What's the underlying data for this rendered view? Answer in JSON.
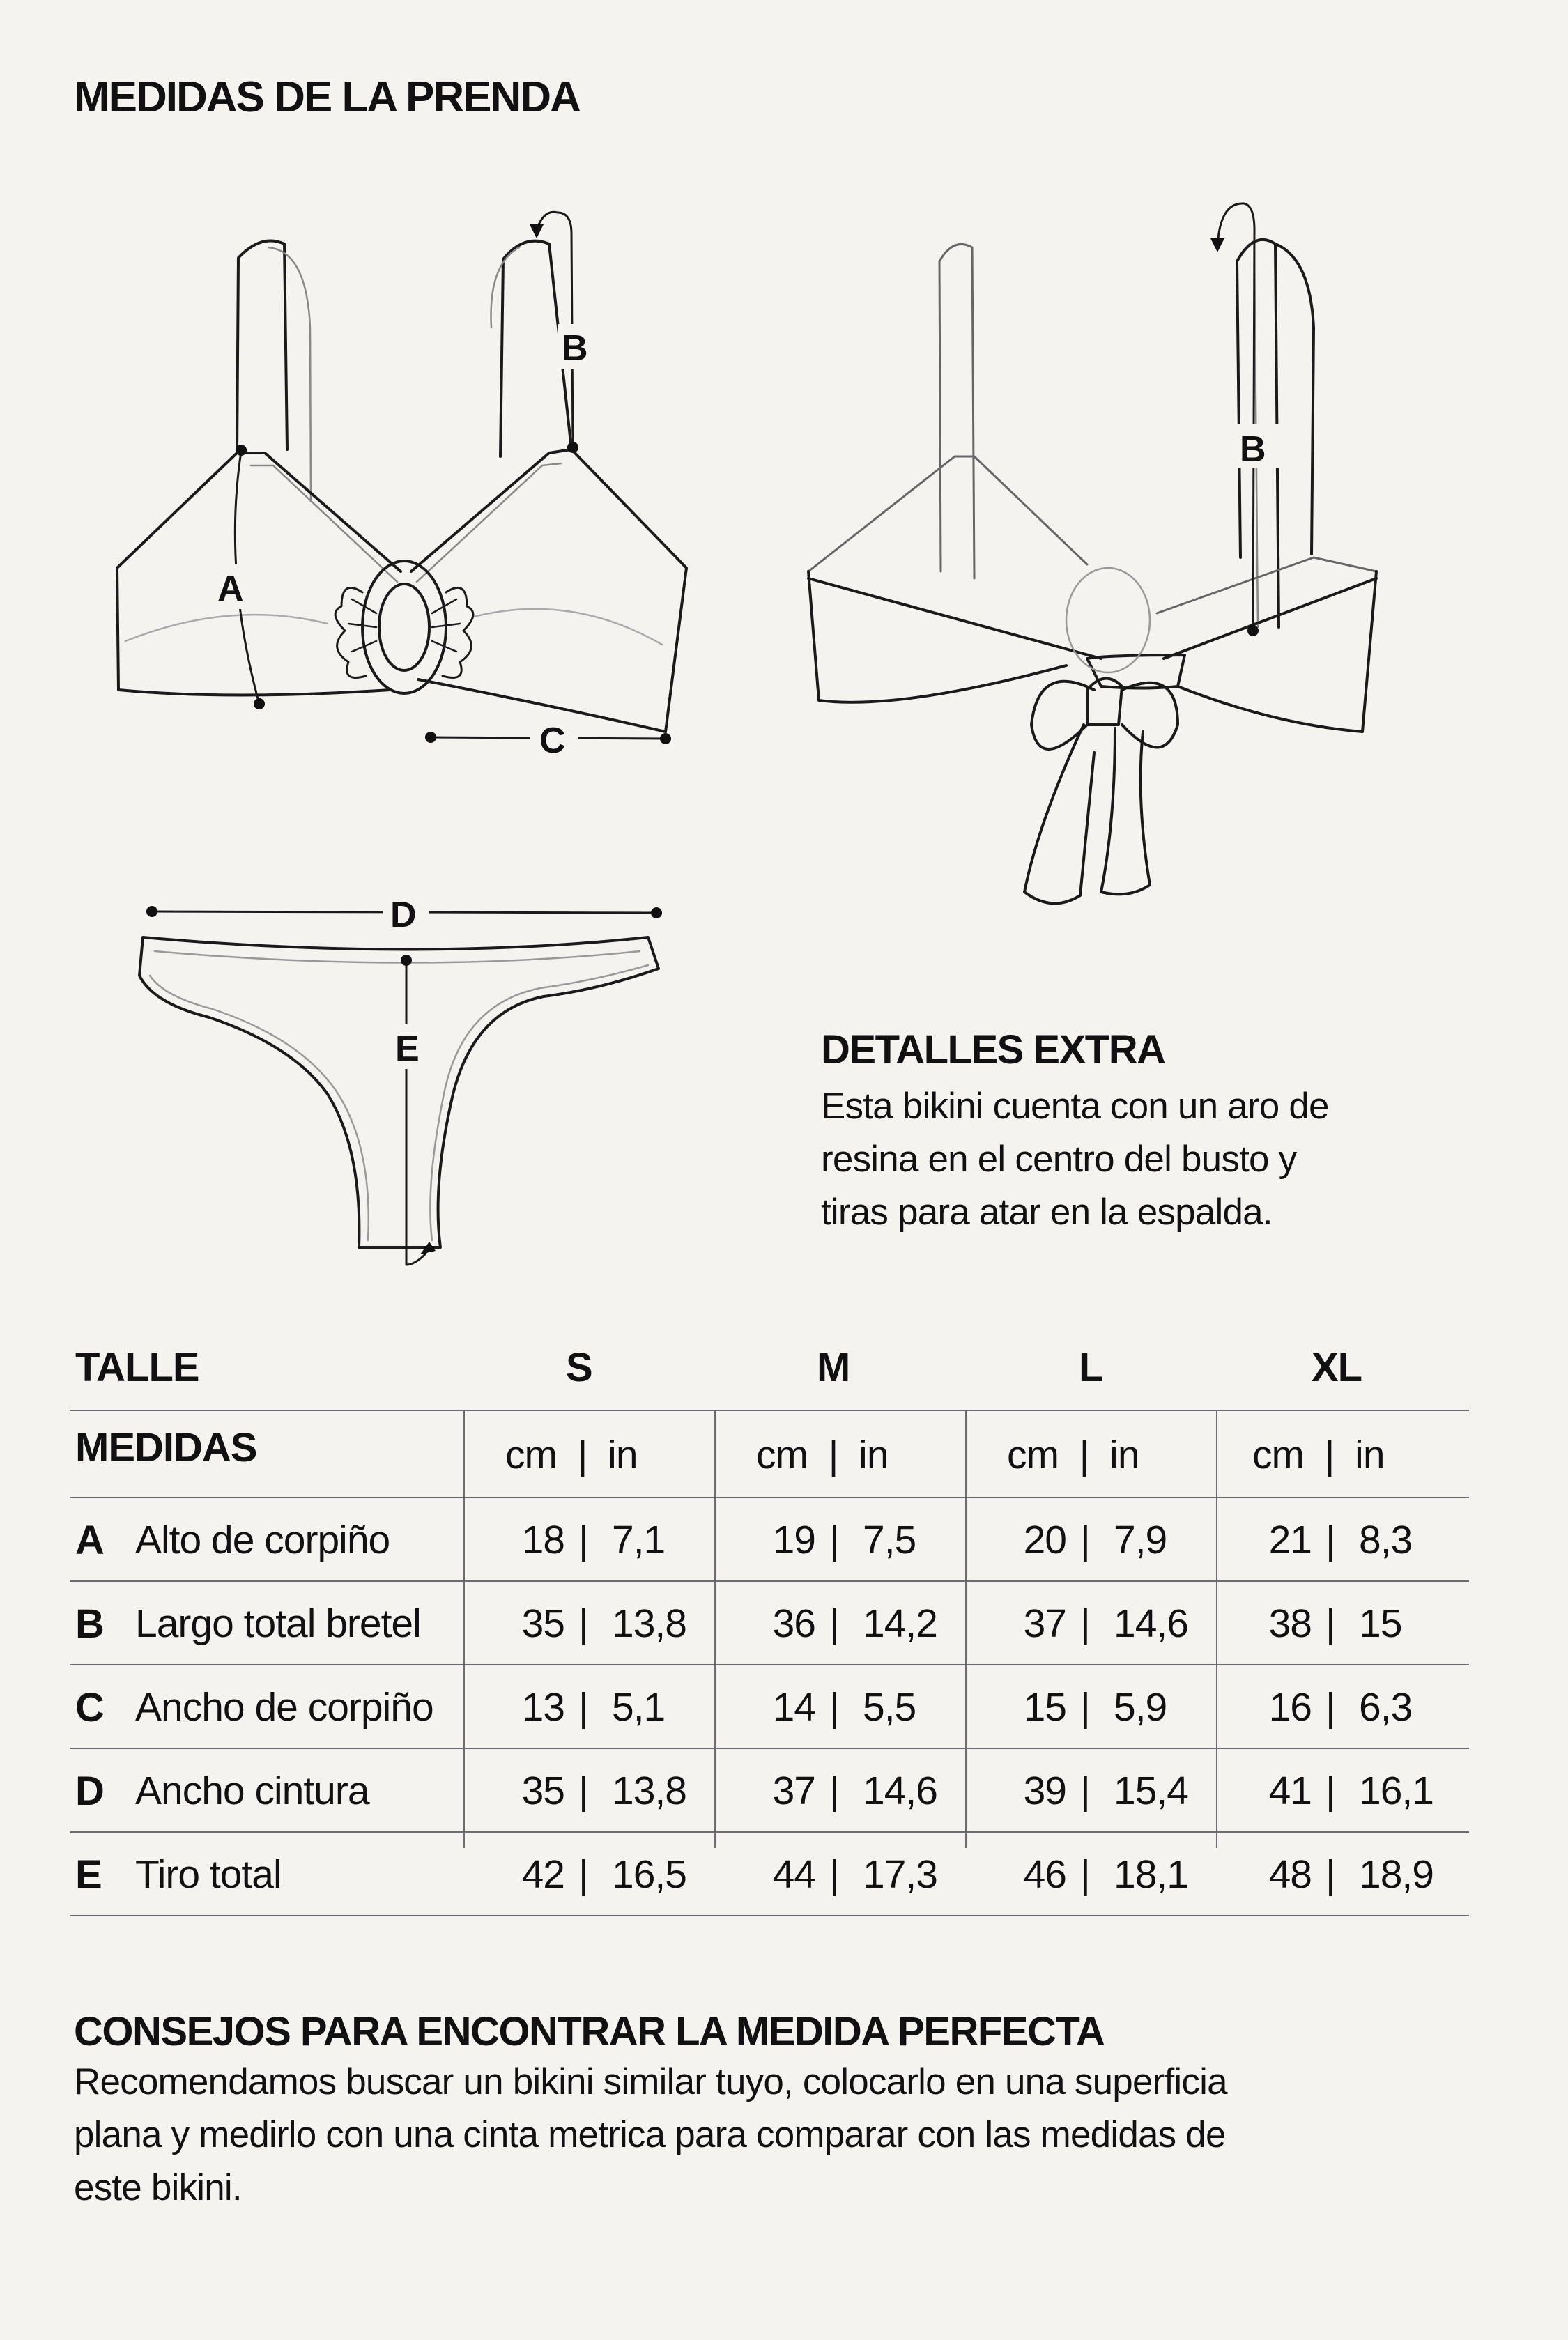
{
  "title": "MEDIDAS DE LA PRENDA",
  "diagram_labels": {
    "A": "A",
    "B": "B",
    "C": "C",
    "D": "D",
    "E": "E"
  },
  "extra": {
    "title": "DETALLES EXTRA",
    "lines": [
      "Esta bikini cuenta con un aro de",
      "resina en el centro del busto y",
      "tiras para atar en la espalda."
    ]
  },
  "table": {
    "talle_label": "TALLE",
    "medidas_label": "MEDIDAS",
    "sizes": [
      "S",
      "M",
      "L",
      "XL"
    ],
    "unit_header": {
      "cm": "cm",
      "sep": "|",
      "in": "in"
    },
    "rows": [
      {
        "letter": "A",
        "name": "Alto de corpiño",
        "values": [
          [
            "18",
            "7,1"
          ],
          [
            "19",
            "7,5"
          ],
          [
            "20",
            "7,9"
          ],
          [
            "21",
            "8,3"
          ]
        ]
      },
      {
        "letter": "B",
        "name": "Largo total bretel",
        "values": [
          [
            "35",
            "13,8"
          ],
          [
            "36",
            "14,2"
          ],
          [
            "37",
            "14,6"
          ],
          [
            "38",
            "15"
          ]
        ]
      },
      {
        "letter": "C",
        "name": "Ancho de corpiño",
        "values": [
          [
            "13",
            "5,1"
          ],
          [
            "14",
            "5,5"
          ],
          [
            "15",
            "5,9"
          ],
          [
            "16",
            "6,3"
          ]
        ]
      },
      {
        "letter": "D",
        "name": "Ancho cintura",
        "values": [
          [
            "35",
            "13,8"
          ],
          [
            "37",
            "14,6"
          ],
          [
            "39",
            "15,4"
          ],
          [
            "41",
            "16,1"
          ]
        ]
      },
      {
        "letter": "E",
        "name": "Tiro total",
        "values": [
          [
            "42",
            "16,5"
          ],
          [
            "44",
            "17,3"
          ],
          [
            "46",
            "18,1"
          ],
          [
            "48",
            "18,9"
          ]
        ]
      }
    ]
  },
  "tips": {
    "title": "CONSEJOS PARA ENCONTRAR LA MEDIDA PERFECTA",
    "lines": [
      "Recomendamos buscar un bikini similar tuyo, colocarlo en una superficia",
      "plana y medirlo con una cinta metrica para comparar  con las medidas de",
      "este bikini."
    ]
  }
}
